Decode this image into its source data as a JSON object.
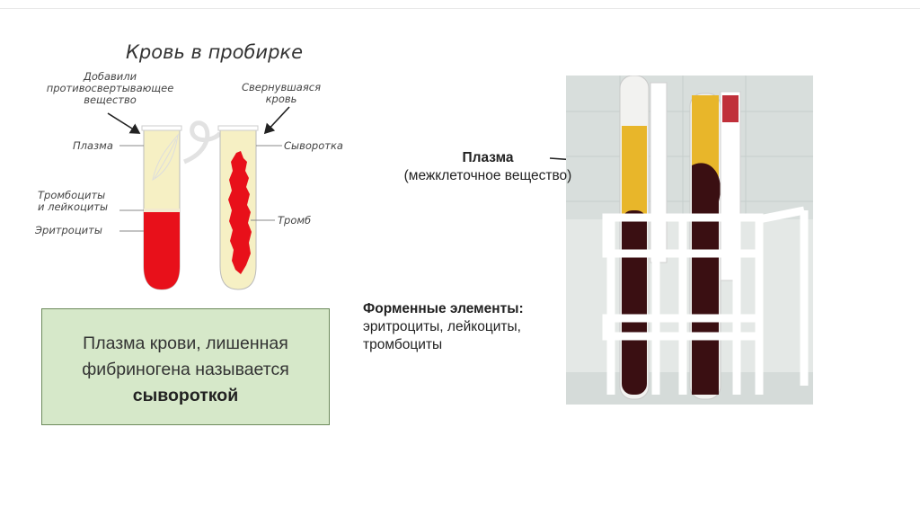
{
  "diagram": {
    "title": "Кровь в пробирке",
    "labels": {
      "anticoag": [
        "Добавили",
        "противосвертывающее",
        "вещество"
      ],
      "clotted": [
        "Свернувшаяся",
        "кровь"
      ],
      "plasma": "Плазма",
      "serum": "Сыворотка",
      "platelets_leuko": [
        "Тромбоциты",
        "и лейкоциты"
      ],
      "erythrocytes": "Эритроциты",
      "clot": "Тромб"
    }
  },
  "serum_box": {
    "line1": "Плазма крови, лишенная",
    "line2": "фибриногена называется",
    "bold_word": "сывороткой"
  },
  "photo_captions": {
    "plasma_title": "Плазма",
    "plasma_sub": "(межклеточное вещество)",
    "formed_title": "Форменные элементы:",
    "formed_line1": "эритроциты, лейкоциты,",
    "formed_line2": "тромбоциты"
  },
  "colors": {
    "blood_red": "#e8101a",
    "tube_cream": "#f6f0c4",
    "box_fill": "#d6e8c9",
    "box_border": "#6d8a5c",
    "arrow_red": "#b81c1c"
  }
}
